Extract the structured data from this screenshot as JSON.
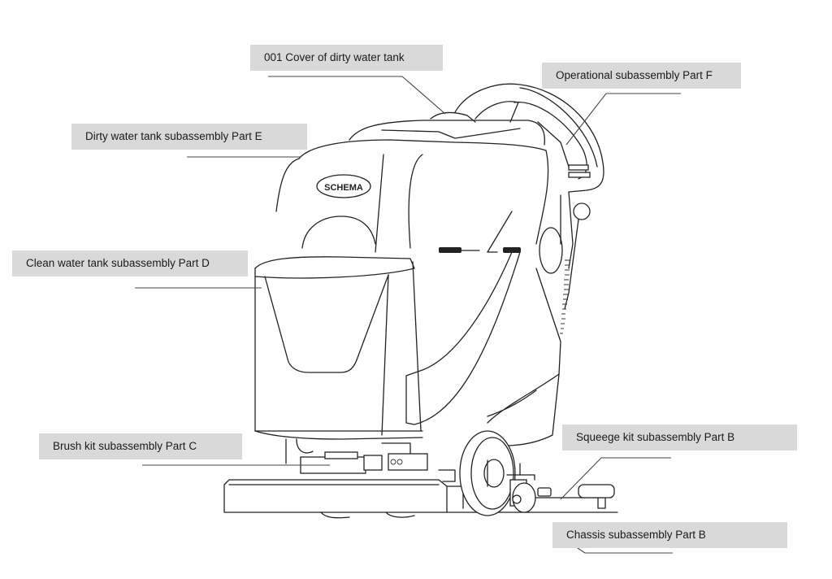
{
  "diagram": {
    "subject": "floor scrubber exploded-view callout diagram",
    "logo_text": "SCHEMA",
    "labels": [
      {
        "id": "cover",
        "text": "001 Cover of dirty water tank"
      },
      {
        "id": "operational",
        "text": "Operational subassembly Part F"
      },
      {
        "id": "dirty_tank",
        "text": "Dirty water tank subassembly Part E"
      },
      {
        "id": "clean_tank",
        "text": "Clean water tank subassembly Part D"
      },
      {
        "id": "brush",
        "text": "Brush kit subassembly Part C"
      },
      {
        "id": "squeegee",
        "text": "Squeege kit subassembly Part B"
      },
      {
        "id": "chassis",
        "text": "Chassis subassembly Part B"
      }
    ],
    "colors": {
      "label_background": "#d9d9d9",
      "line": "#222222",
      "background": "#ffffff"
    }
  }
}
